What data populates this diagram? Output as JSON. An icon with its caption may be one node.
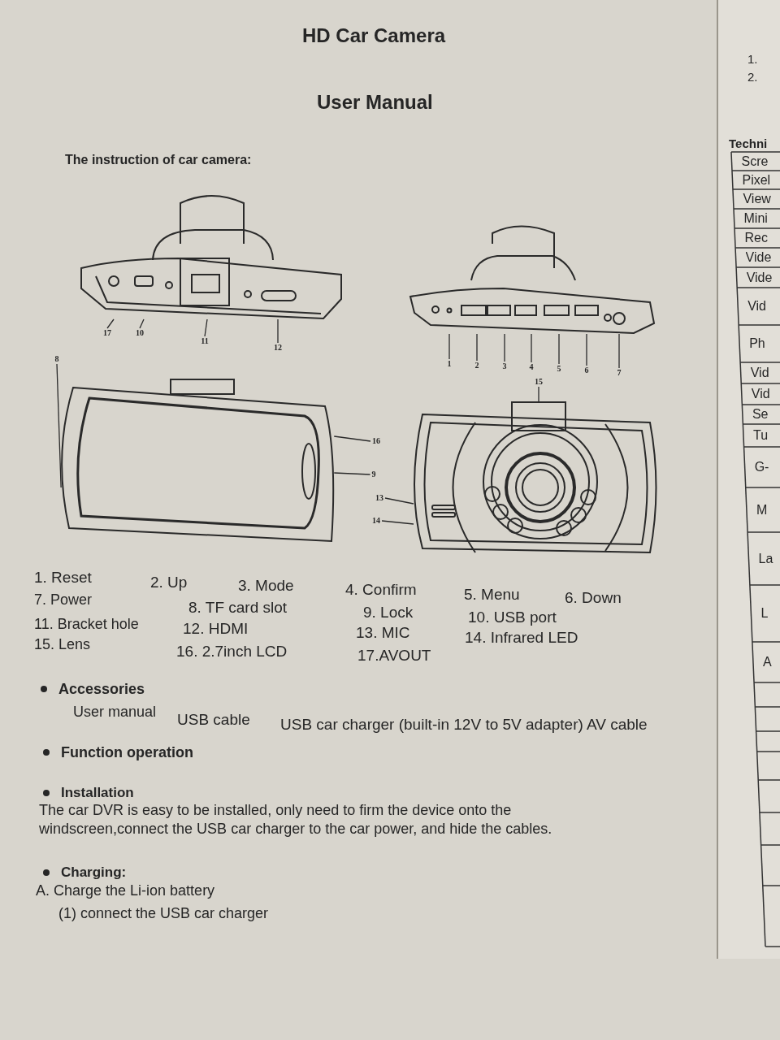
{
  "diagram": {
    "title": "HD Car Camera",
    "nodes": [
      {
        "text": [
          "17"
        ]
      },
      {
        "text": [
          "10"
        ]
      },
      {
        "text": [
          "11"
        ]
      },
      {
        "text": [
          "12"
        ]
      },
      {
        "text": [
          "1"
        ]
      },
      {
        "text": [
          "2"
        ]
      },
      {
        "text": [
          "3"
        ]
      },
      {
        "text": [
          "4"
        ]
      },
      {
        "text": [
          "5"
        ]
      },
      {
        "text": [
          "6"
        ]
      },
      {
        "text": [
          "7"
        ]
      },
      {
        "text": [
          "8"
        ]
      },
      {
        "text": [
          "15"
        ]
      },
      {
        "text": [
          "16"
        ]
      },
      {
        "text": [
          "9"
        ]
      },
      {
        "text": [
          "13"
        ]
      },
      {
        "text": [
          "14"
        ]
      },
      {
        "text": [],
        "shape": "picture"
      },
      {
        "text": [],
        "shape": "picture"
      },
      {
        "text": [],
        "shape": "picture"
      },
      {
        "text": [],
        "shape": "picture"
      }
    ],
    "edges": [
      {
        "from": 0,
        "to": 17,
        "arrow": "none"
      },
      {
        "from": 1,
        "to": 17,
        "arrow": "none"
      },
      {
        "from": 2,
        "to": 17,
        "arrow": "none"
      },
      {
        "from": 3,
        "to": 17,
        "arrow": "none"
      },
      {
        "from": 4,
        "to": 18,
        "arrow": "none"
      },
      {
        "from": 5,
        "to": 18,
        "arrow": "none"
      },
      {
        "from": 6,
        "to": 18,
        "arrow": "none"
      },
      {
        "from": 7,
        "to": 18,
        "arrow": "none"
      },
      {
        "from": 8,
        "to": 18,
        "arrow": "none"
      },
      {
        "from": 9,
        "to": 18,
        "arrow": "none"
      },
      {
        "from": 10,
        "to": 18,
        "arrow": "none"
      },
      {
        "from": 11,
        "to": 19,
        "arrow": "none"
      },
      {
        "from": 12,
        "to": 20,
        "arrow": "none"
      },
      {
        "from": 13,
        "to": 19,
        "arrow": "none"
      },
      {
        "from": 14,
        "to": 19,
        "arrow": "none"
      },
      {
        "from": 15,
        "to": 20,
        "arrow": "none"
      },
      {
        "from": 16,
        "to": 20,
        "arrow": "none"
      }
    ],
    "labels": [
      "User Manual",
      "The instruction of car camera:",
      "1. Reset",
      "2. Up",
      "3. Mode",
      "4. Confirm",
      "5. Menu",
      "6. Down",
      "7. Power",
      "8. TF card slot",
      "9. Lock",
      "10. USB port",
      "11. Bracket hole",
      "12. HDMI",
      "13. MIC",
      "14. Infrared LED",
      "15. Lens",
      "16. 2.7inch LCD",
      "17.AVOUT",
      "Accessories",
      "User manual",
      "USB cable",
      "USB car charger (built-in 12V to 5V adapter) AV cable",
      "Function operation",
      "Installation",
      "The car DVR is easy to be installed, only need to firm the device onto the windscreen,connect the USB car charger to the car power, and hide the cables.",
      "Charging:",
      "A. Charge the Li-ion battery",
      "(1) connect the USB car charger",
      "1.",
      "2.",
      "Techni",
      "Scre",
      "Pixel",
      "View",
      "Mini",
      "Rec",
      "Vide",
      "Vide",
      "Vid",
      "Ph",
      "Vid",
      "Vid",
      "Se",
      "Tu",
      "G-",
      "M",
      "La",
      "L",
      "A"
    ]
  }
}
